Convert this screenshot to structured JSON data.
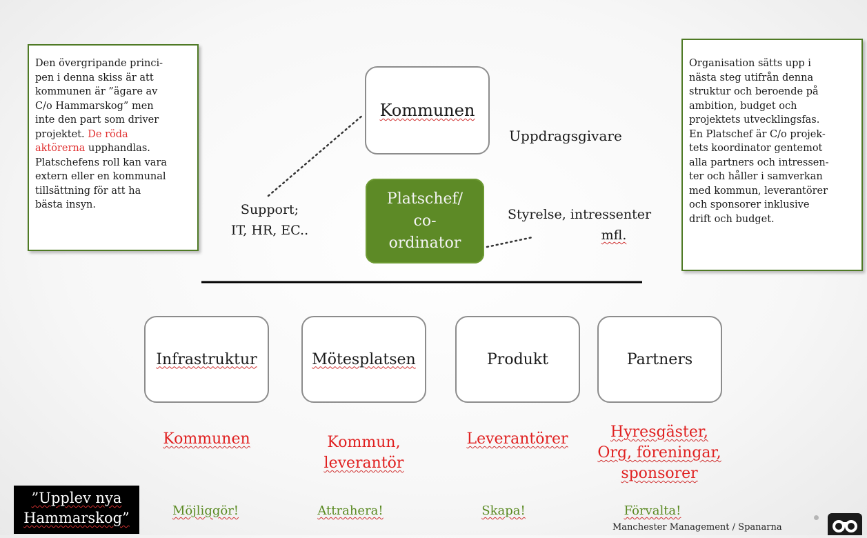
{
  "left_note": {
    "lines_before": [
      "Den övergripande princi-",
      "pen i denna skiss är att",
      "kommunen är ”ägare av",
      "C/o Hammarskog” men",
      "inte den part som driver",
      "projektet. "
    ],
    "red_text": [
      "De röda",
      "aktörerna"
    ],
    "lines_after": [
      " upphandlas.",
      "Platschefens roll kan vara",
      "extern eller en kommunal",
      "tillsättning för att ha",
      "bästa insyn."
    ]
  },
  "right_note": {
    "lines": [
      "Organisation sätts upp i",
      "nästa steg utifrån denna",
      "struktur och beroende på",
      "ambition, budget och",
      "projektets utvecklingsfas.",
      "En Platschef är C/o projek-",
      "tets koordinator gentemot",
      "alla partners och intressen-",
      "ter och håller i samverkan",
      "med kommun, leverantörer",
      "och sponsorer inklusive",
      "drift och budget."
    ]
  },
  "top_box": "Kommunen",
  "uppdrag": "Uppdragsgivare",
  "center_box": [
    "Platschef/",
    "co-",
    "ordinator"
  ],
  "support": [
    "Support;",
    "IT, HR, EC.."
  ],
  "styrelse": [
    "Styrelse,  intressenter",
    "mfl."
  ],
  "bottom_boxes": [
    "Infrastruktur",
    "Mötesplatsen",
    "Produkt",
    "Partners"
  ],
  "red_labels": [
    [
      "Kommunen"
    ],
    [
      "Kommun,",
      "leverantör"
    ],
    [
      "Leverantörer"
    ],
    [
      "Hyresgäster,",
      "Org, föreningar,",
      "sponsorer"
    ]
  ],
  "green_labels": [
    "Möjliggör!",
    "Attrahera!",
    "Skapa!",
    "Förvalta!"
  ],
  "quote": [
    "”Upplev  nya",
    "Hammarskog”"
  ],
  "footer": "Manchester Management  / Spanarna",
  "colors": {
    "green_fill": "#5d8a26",
    "note_border": "#4f7a25",
    "red": "#e02020",
    "green_text": "#5a8a22"
  }
}
